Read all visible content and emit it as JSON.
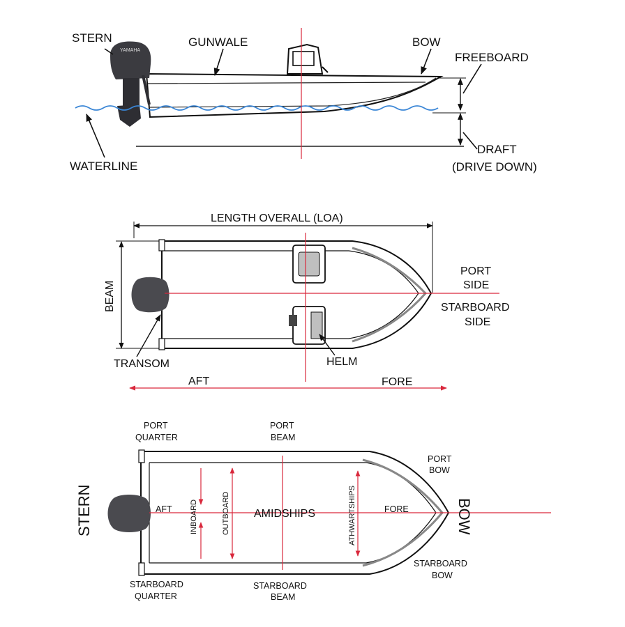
{
  "colors": {
    "red_axis": "#d9283c",
    "water": "#3a86d6",
    "ink": "#111111",
    "motor": "#4a4a4f"
  },
  "icons": [
    "outboard-motor-icon",
    "helm-console-icon",
    "seat-icon"
  ],
  "side_view": {
    "motor_brand": "YAMAHA",
    "stern": "STERN",
    "gunwale": "GUNWALE",
    "bow": "BOW",
    "freeboard": "FREEBOARD",
    "waterline": "WATERLINE",
    "draft": "DRAFT",
    "drive_down": "(DRIVE DOWN)"
  },
  "top_view": {
    "loa": "LENGTH OVERALL (LOA)",
    "beam": "BEAM",
    "port_side_1": "PORT",
    "port_side_2": "SIDE",
    "starboard_side_1": "STARBOARD",
    "starboard_side_2": "SIDE",
    "transom": "TRANSOM",
    "helm": "HELM",
    "aft": "AFT",
    "fore": "FORE"
  },
  "directions_view": {
    "port_quarter_1": "PORT",
    "port_quarter_2": "QUARTER",
    "port_beam_1": "PORT",
    "port_beam_2": "BEAM",
    "port_bow_1": "PORT",
    "port_bow_2": "BOW",
    "stern": "STERN",
    "bow": "BOW",
    "aft": "AFT",
    "inboard": "INBOARD",
    "outboard": "OUTBOARD",
    "amidships": "AMIDSHIPS",
    "athwartships": "ATHWARTSHIPS",
    "fore": "FORE",
    "starboard_quarter_1": "STARBOARD",
    "starboard_quarter_2": "QUARTER",
    "starboard_beam_1": "STARBOARD",
    "starboard_beam_2": "BEAM",
    "starboard_bow_1": "STARBOARD",
    "starboard_bow_2": "BOW"
  }
}
